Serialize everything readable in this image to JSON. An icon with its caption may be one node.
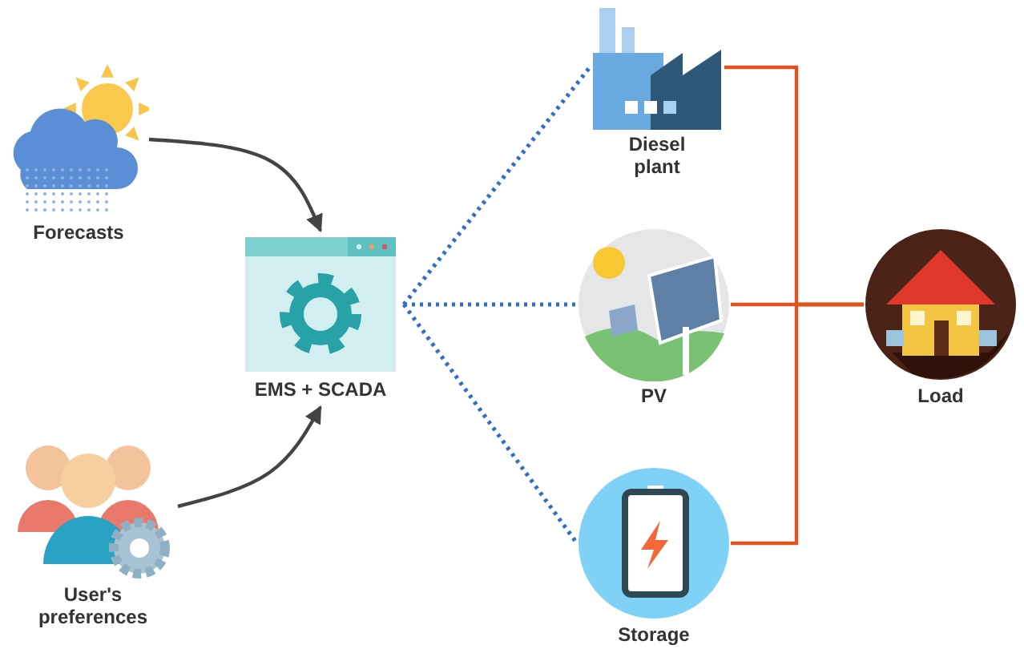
{
  "diagram": {
    "nodes": [
      {
        "text": [
          "Forecasts"
        ]
      },
      {
        "text": [
          "User's preferences"
        ]
      },
      {
        "text": [
          "EMS + SCADA"
        ]
      },
      {
        "text": [
          "Diesel plant"
        ]
      },
      {
        "text": [
          "PV"
        ]
      },
      {
        "text": [
          "Storage"
        ]
      },
      {
        "text": [
          "Load"
        ]
      }
    ],
    "edges": [
      {
        "from": 0,
        "to": 2,
        "arrow": "to",
        "color": "#444444"
      },
      {
        "from": 1,
        "to": 2,
        "arrow": "to",
        "color": "#444444"
      },
      {
        "from": 2,
        "to": 3,
        "arrow": "none",
        "style": "dashed",
        "color": "#2f6fc4"
      },
      {
        "from": 2,
        "to": 4,
        "arrow": "none",
        "style": "dashed",
        "color": "#2f6fc4"
      },
      {
        "from": 2,
        "to": 5,
        "arrow": "none",
        "style": "dashed",
        "color": "#2f6fc4"
      },
      {
        "from": 3,
        "to": 6,
        "arrow": "none",
        "color": "#e0531f"
      },
      {
        "from": 4,
        "to": 6,
        "arrow": "none",
        "color": "#e0531f"
      },
      {
        "from": 5,
        "to": 6,
        "arrow": "none",
        "color": "#e0531f"
      }
    ]
  }
}
